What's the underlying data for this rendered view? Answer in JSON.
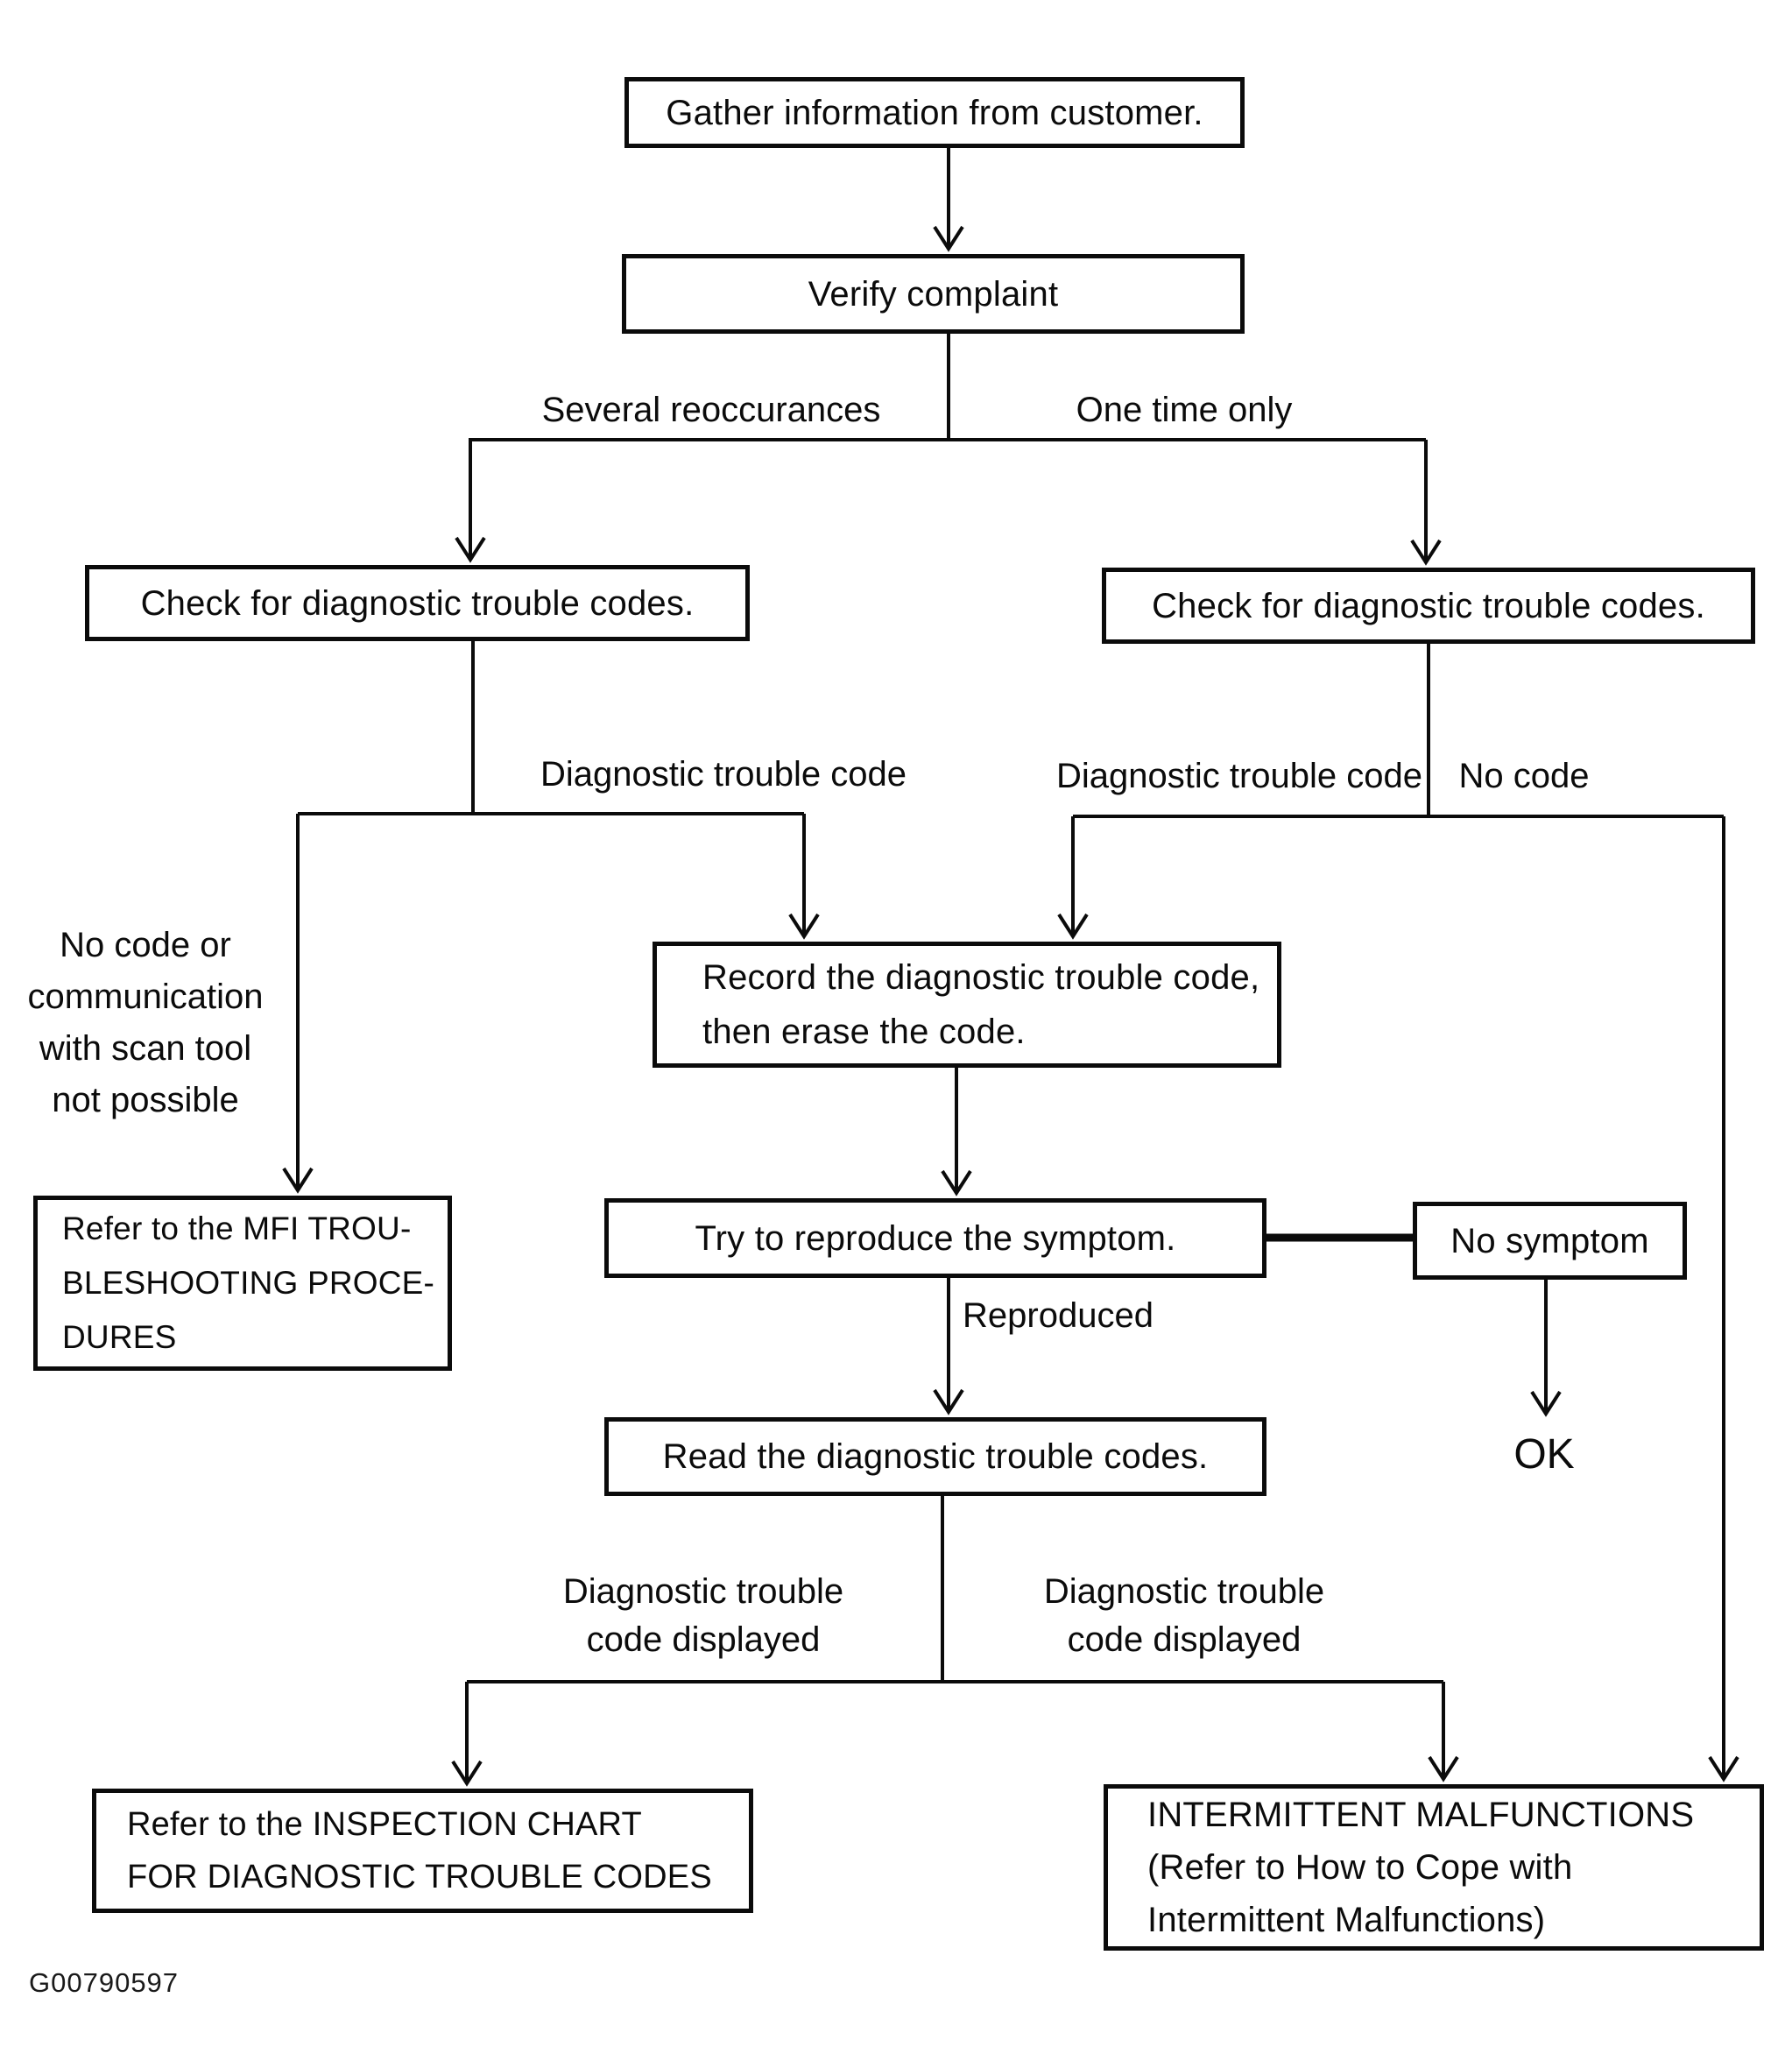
{
  "figure": {
    "id_code": "G00790597"
  },
  "nodes": {
    "gather": {
      "label": "Gather information from customer."
    },
    "verify": {
      "label": "Verify complaint"
    },
    "check_left": {
      "label": "Check for diagnostic trouble codes."
    },
    "check_right": {
      "label": "Check for diagnostic trouble codes."
    },
    "record": {
      "lines": [
        "Record the diagnostic trouble code,",
        "then erase the code."
      ]
    },
    "mfi": {
      "lines": [
        "Refer to the MFI TROU-",
        "BLESHOOTING PROCE-",
        "DURES"
      ]
    },
    "reproduce": {
      "label": "Try to reproduce the symptom."
    },
    "no_symptom": {
      "label": "No symptom"
    },
    "read": {
      "label": "Read the diagnostic trouble codes."
    },
    "inspection": {
      "lines": [
        "Refer to the INSPECTION CHART",
        "FOR DIAGNOSTIC TROUBLE CODES"
      ]
    },
    "intermittent": {
      "lines": [
        "INTERMITTENT MALFUNCTIONS",
        "(Refer to How to Cope with",
        "Intermittent Malfunctions)"
      ]
    }
  },
  "edge_labels": {
    "several_reoccurances": "Several reoccurances",
    "one_time_only": "One time only",
    "dtc_left": "Diagnostic trouble code",
    "dtc_right": "Diagnostic trouble code",
    "no_code": "No code",
    "no_code_comm": [
      "No code or",
      "communication",
      "with scan tool",
      "not possible"
    ],
    "reproduced": "Reproduced",
    "ok": "OK",
    "dtc_displayed_left": [
      "Diagnostic trouble",
      "code displayed"
    ],
    "dtc_displayed_right": [
      "Diagnostic trouble",
      "code displayed"
    ]
  },
  "edges": [
    {
      "from": "gather",
      "to": "verify",
      "label": ""
    },
    {
      "from": "verify",
      "to": "check_left",
      "label": "Several reoccurances"
    },
    {
      "from": "verify",
      "to": "check_right",
      "label": "One time only"
    },
    {
      "from": "check_left",
      "to": "record",
      "label": "Diagnostic trouble code"
    },
    {
      "from": "check_left",
      "to": "mfi",
      "label": "No code or communication with scan tool not possible"
    },
    {
      "from": "check_right",
      "to": "record",
      "label": "Diagnostic trouble code"
    },
    {
      "from": "check_right",
      "to": "intermittent",
      "label": "No code"
    },
    {
      "from": "record",
      "to": "reproduce",
      "label": ""
    },
    {
      "from": "reproduce",
      "to": "no_symptom",
      "label": ""
    },
    {
      "from": "reproduce",
      "to": "read",
      "label": "Reproduced"
    },
    {
      "from": "no_symptom",
      "to": "ok",
      "label": ""
    },
    {
      "from": "read",
      "to": "inspection",
      "label": "Diagnostic trouble code displayed"
    },
    {
      "from": "read",
      "to": "intermittent",
      "label": "Diagnostic trouble code displayed"
    }
  ],
  "colors": {
    "ink": "#0b0b0b",
    "paper": "#ffffff"
  }
}
